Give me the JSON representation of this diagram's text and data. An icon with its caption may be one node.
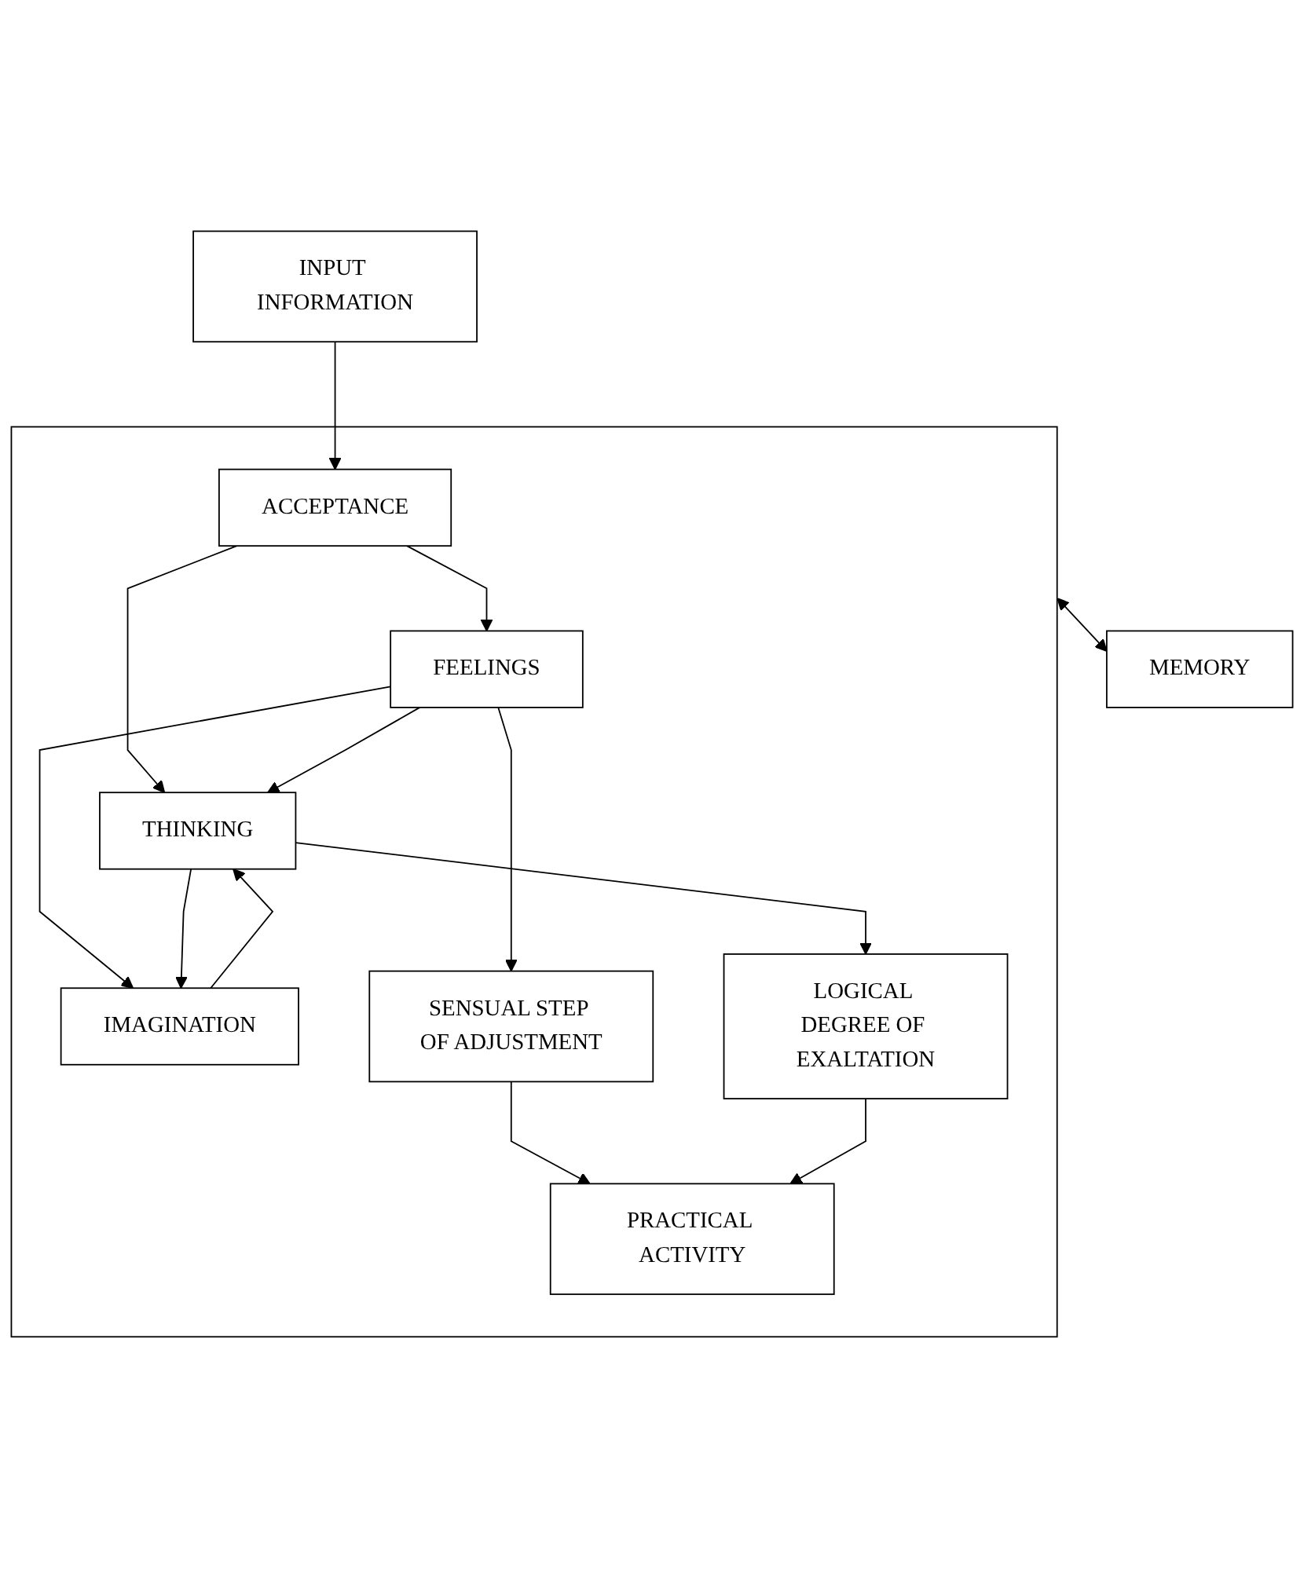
{
  "diagram": {
    "nodes": [
      {
        "text": [
          "INPUT INFORMATION"
        ]
      },
      {
        "text": [],
        "shape": "box"
      },
      {
        "text": [
          "ACCEPTANCE"
        ],
        "in": 1
      },
      {
        "text": [
          "FEELINGS"
        ],
        "in": 1
      },
      {
        "text": [
          "THINKING"
        ],
        "in": 1
      },
      {
        "text": [
          "IMAGINATION"
        ],
        "in": 1
      },
      {
        "text": [
          "SENSUAL STEP OF ADJUSTMENT"
        ],
        "in": 1
      },
      {
        "text": [
          "LOGICAL DEGREE OF EXALTATION"
        ],
        "in": 1
      },
      {
        "text": [
          "PRACTICAL ACTIVITY"
        ],
        "in": 1
      },
      {
        "text": [
          "MEMORY"
        ]
      }
    ],
    "edges": [
      {
        "from": 0,
        "to": 2,
        "arrow": "to"
      },
      {
        "from": 2,
        "to": 3,
        "arrow": "to"
      },
      {
        "from": 2,
        "to": 4,
        "arrow": "to"
      },
      {
        "from": 3,
        "to": 4,
        "arrow": "to"
      },
      {
        "from": 3,
        "to": 5,
        "arrow": "to"
      },
      {
        "from": 4,
        "to": 5,
        "arrow": "to"
      },
      {
        "from": 5,
        "to": 4,
        "arrow": "to"
      },
      {
        "from": 3,
        "to": 6,
        "arrow": "to"
      },
      {
        "from": 4,
        "to": 7,
        "arrow": "to"
      },
      {
        "from": 6,
        "to": 8,
        "arrow": "to"
      },
      {
        "from": 7,
        "to": 8,
        "arrow": "to"
      },
      {
        "from": 1,
        "to": 9,
        "arrow": "both"
      }
    ]
  }
}
